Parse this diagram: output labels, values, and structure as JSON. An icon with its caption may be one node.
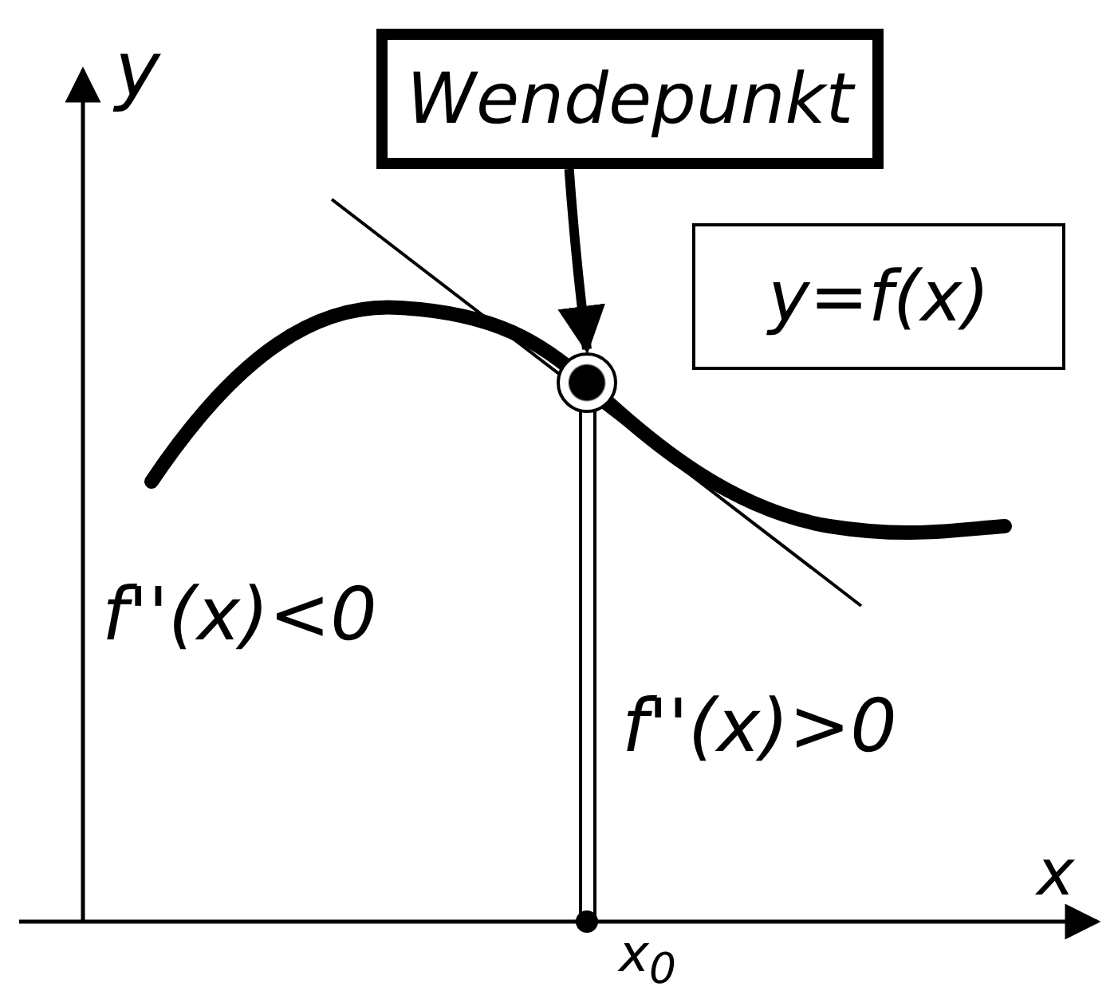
{
  "diagram": {
    "nodes": [
      {
        "text": [
          "Wendepunkt"
        ]
      },
      {
        "text": [],
        "shape": "circle"
      },
      {
        "text": [
          "y=f(x)"
        ]
      }
    ],
    "edges": [
      {
        "from": 0,
        "to": 1,
        "arrow": "to"
      }
    ],
    "labels": [
      "y",
      "f''(x)<0",
      "f''(x)>0",
      "x",
      "x$_{0}$"
    ]
  }
}
